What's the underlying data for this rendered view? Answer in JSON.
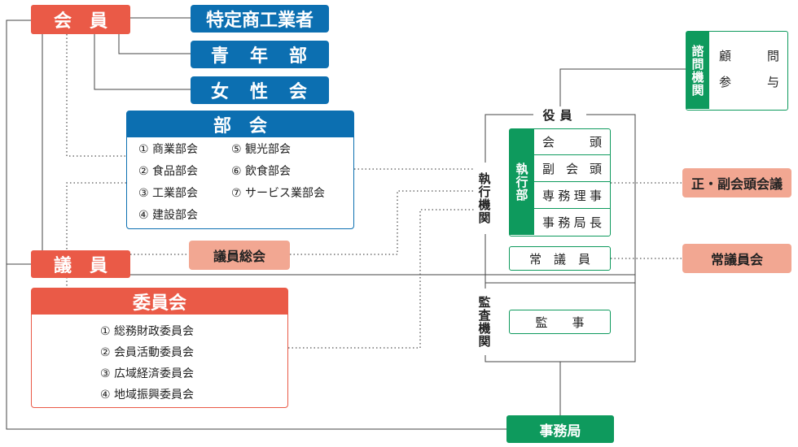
{
  "kaiin": "会　員",
  "tokutei": "特定商工業者",
  "seinen": "青　年　部",
  "josei": "女　性　会",
  "bukai": {
    "title": "部　会",
    "left": [
      "① 商業部会",
      "② 食品部会",
      "③ 工業部会",
      "④ 建設部会"
    ],
    "right": [
      "⑤ 観光部会",
      "⑥ 飲食部会",
      "⑦ サービス業部会"
    ]
  },
  "giin": "議　員",
  "giin_sokai": "議員総会",
  "iinkai": {
    "title": "委員会",
    "items": [
      "① 総務財政委員会",
      "② 会員活動委員会",
      "③ 広域経済委員会",
      "④ 地域振興委員会"
    ]
  },
  "shimon": {
    "label": "諮問機関",
    "komon": [
      "顧",
      "問"
    ],
    "sanyo": [
      "参",
      "与"
    ]
  },
  "yakuin": "役員",
  "shikko": {
    "side": "執行機関",
    "bu": "執行部",
    "kaito": [
      "会",
      "頭"
    ],
    "fukukaito": [
      "副",
      "会",
      "頭"
    ],
    "senmu": [
      "専",
      "務",
      "理",
      "事"
    ],
    "jimukyokucho": [
      "事",
      "務",
      "局",
      "長"
    ]
  },
  "jogiin": "常　議　員",
  "kansa": {
    "side": "監査機関",
    "kanji": "監　　事"
  },
  "seifuku_kaigi": "正・副会頭会議",
  "jogiin_kai": "常議員会",
  "jimukyoku": "事務局"
}
